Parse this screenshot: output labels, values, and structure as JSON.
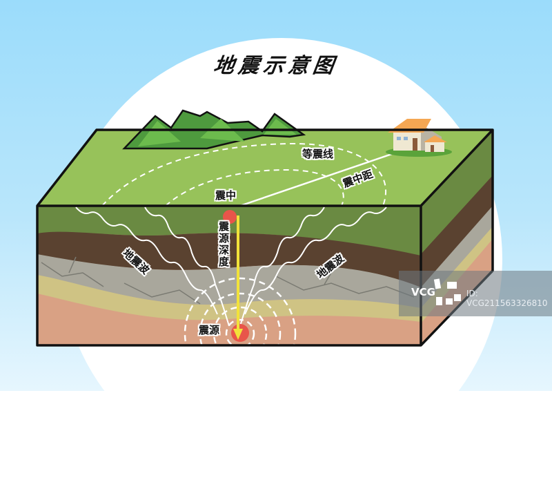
{
  "title": "地震示意图",
  "labels": {
    "isoseismal_line": "等震线",
    "epicentral_distance": "震中距",
    "epicenter": "震中",
    "focal_depth": "震源深度",
    "seismic_wave_left": "地震波",
    "seismic_wave_right": "地震波",
    "hypocenter": "震源"
  },
  "watermark": {
    "logo": "VCG",
    "id_text": "ID: VCG211563326810"
  },
  "colors": {
    "sky": "#9bdcfb",
    "grass_top": "#97c25a",
    "topsoil": "#6a8a42",
    "dark_soil": "#5a4230",
    "rock": "#a9a79c",
    "sand": "#cfc384",
    "clay": "#d9a184",
    "focus_marker": "#e8554a",
    "depth_arrow": "#f2e23a",
    "roof": "#f4a753",
    "house_wall": "#efe8d2"
  }
}
